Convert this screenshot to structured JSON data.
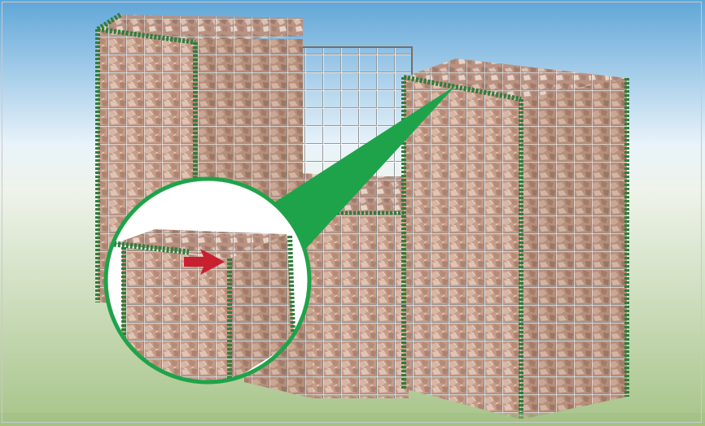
{
  "diagram": {
    "subject": "gabion-wall-assembly",
    "components": [
      {
        "id": "tall-gabion-left",
        "fill": "stone-filled"
      },
      {
        "id": "empty-mesh-panel",
        "fill": "empty"
      },
      {
        "id": "low-gabion-middle",
        "fill": "stone-filled"
      },
      {
        "id": "tall-gabion-right",
        "fill": "stone-filled"
      },
      {
        "id": "detail-inset",
        "shows": "spiral-binder-joining-edges"
      }
    ],
    "colors": {
      "sky_top": "#5fa6d8",
      "sky_mid": "#e9f3fa",
      "ground": "#a7c489",
      "stone": "#c39a86",
      "stone_light": "#e5cfc2",
      "mesh_wire": "#5b5b5b",
      "spiral_binder": "#2f7d3c",
      "callout": "#1fa34a",
      "arrow": "#c8202f"
    },
    "icons": [
      "spiral-binder-icon",
      "direction-arrow-icon"
    ]
  }
}
